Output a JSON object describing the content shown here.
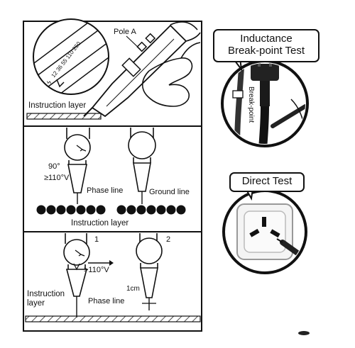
{
  "panels": {
    "top": {
      "pole_label": "Pole A",
      "scale_text": "12 36 55 110 250",
      "layer_label": "Instruction layer"
    },
    "middle": {
      "angle_label": "90°",
      "voltage_label": "≥110°V",
      "phase_label": "Phase line",
      "ground_label": "Ground line",
      "layer_label": "Instruction layer"
    },
    "bottom": {
      "label_1": "1",
      "label_2": "2",
      "voltage_label": ">110°V",
      "layer_label_line1": "Instruction",
      "layer_label_line2": "layer",
      "distance_label": "1cm",
      "phase_label": "Phase line"
    }
  },
  "callouts": {
    "inductance": {
      "line1": "Inductance",
      "line2": "Break-point Test",
      "plug_label": "Break-point"
    },
    "direct": {
      "title": "Direct Test"
    }
  }
}
